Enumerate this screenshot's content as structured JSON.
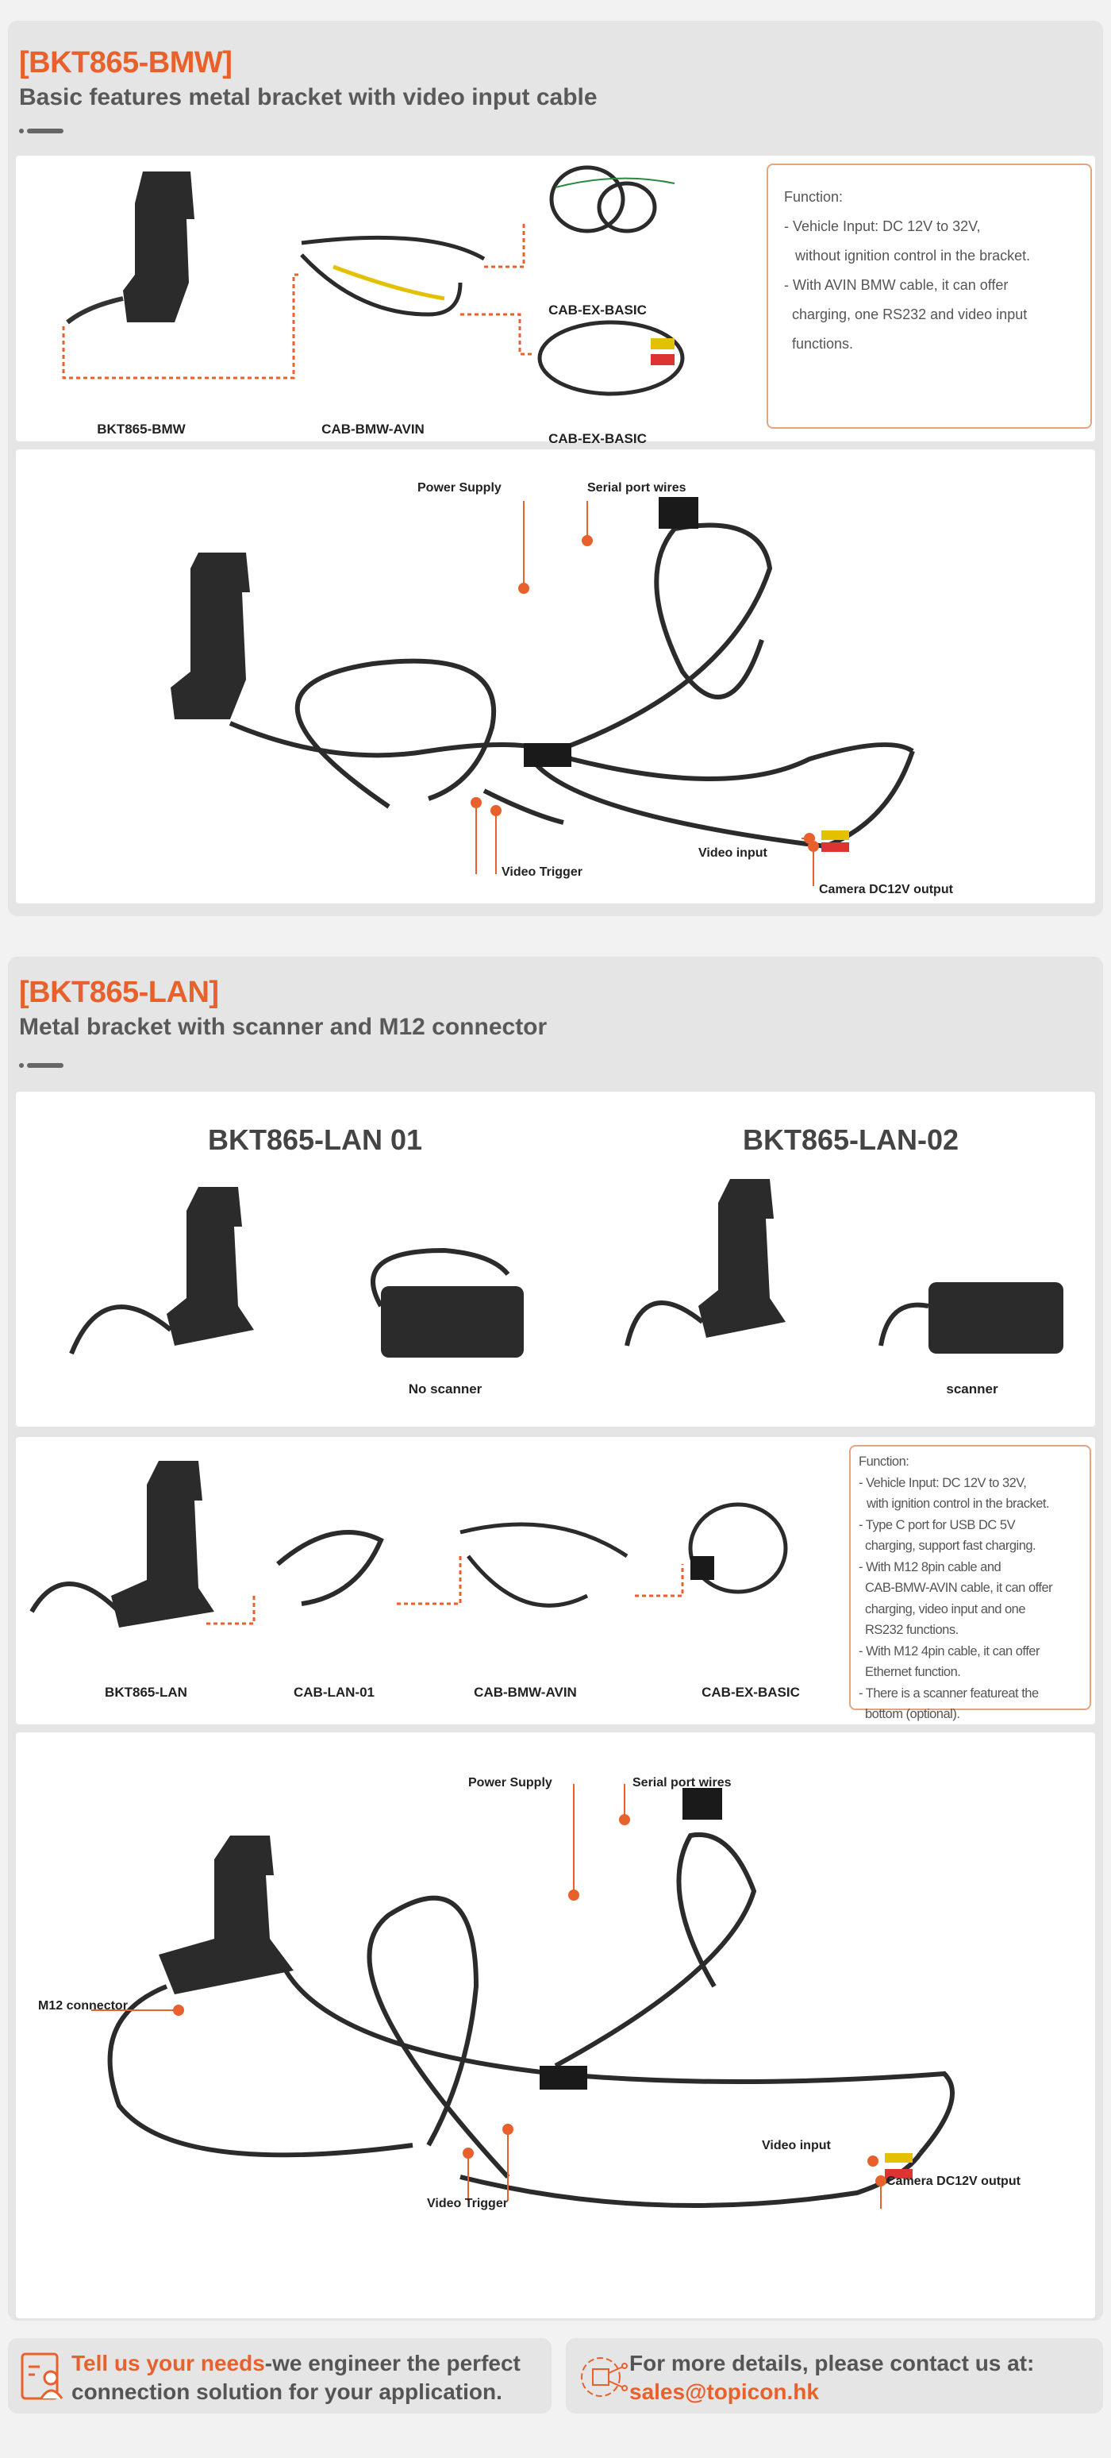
{
  "sections": [
    {
      "title": "[BKT865-BMW]",
      "subtitle": "Basic features metal bracket with video input cable",
      "components": [
        "BKT865-BMW",
        "CAB-BMW-AVIN",
        "CAB-EX-BASIC",
        "CAB-EX-BASIC"
      ],
      "function": {
        "heading": "Function:",
        "lines": [
          "- Vehicle Input: DC 12V to 32V,",
          "  without ignition control in the bracket.",
          "- With AVIN BMW cable, it can offer",
          "  charging, one RS232 and video input",
          "  functions."
        ]
      },
      "callouts": {
        "power_supply": "Power Supply",
        "serial_port": "Serial port wires",
        "video_trigger": "Video Trigger",
        "video_input": "Video input",
        "camera_output": "Camera DC12V output"
      }
    },
    {
      "title": "[BKT865-LAN]",
      "subtitle": "Metal bracket with scanner and M12 connector",
      "variants": [
        {
          "name": "BKT865-LAN 01",
          "caption": "No scanner"
        },
        {
          "name": "BKT865-LAN-02",
          "caption": "scanner"
        }
      ],
      "components": [
        "BKT865-LAN",
        "CAB-LAN-01",
        "CAB-BMW-AVIN",
        "CAB-EX-BASIC"
      ],
      "function": {
        "heading": "Function:",
        "lines": [
          "- Vehicle Input: DC 12V to 32V,",
          "   with ignition control in the bracket.",
          "- Type C port for USB DC 5V",
          "  charging, support fast charging.",
          "- With M12 8pin cable and",
          "  CAB-BMW-AVIN cable, it can offer",
          "  charging, video input and one",
          "  RS232 functions.",
          "- With M12 4pin cable, it can offer",
          "  Ethernet function.",
          "- There is a scanner featureat the",
          "  bottom (optional)."
        ]
      },
      "callouts": {
        "power_supply": "Power Supply",
        "serial_port": "Serial port wires",
        "m12": "M12 connector",
        "video_trigger": "Video Trigger",
        "video_input": "Video input",
        "camera_output": "Camera DC12V output"
      }
    }
  ],
  "footer": {
    "left_highlight": "Tell us your needs",
    "left_rest": "-we engineer the perfect",
    "left_line2": "connection solution for your application.",
    "right_line1": "For more details, please contact us at:",
    "email": "sales@topicon.hk"
  },
  "colors": {
    "accent": "#e8612c",
    "text": "#595959",
    "panel": "#e5e5e5"
  }
}
